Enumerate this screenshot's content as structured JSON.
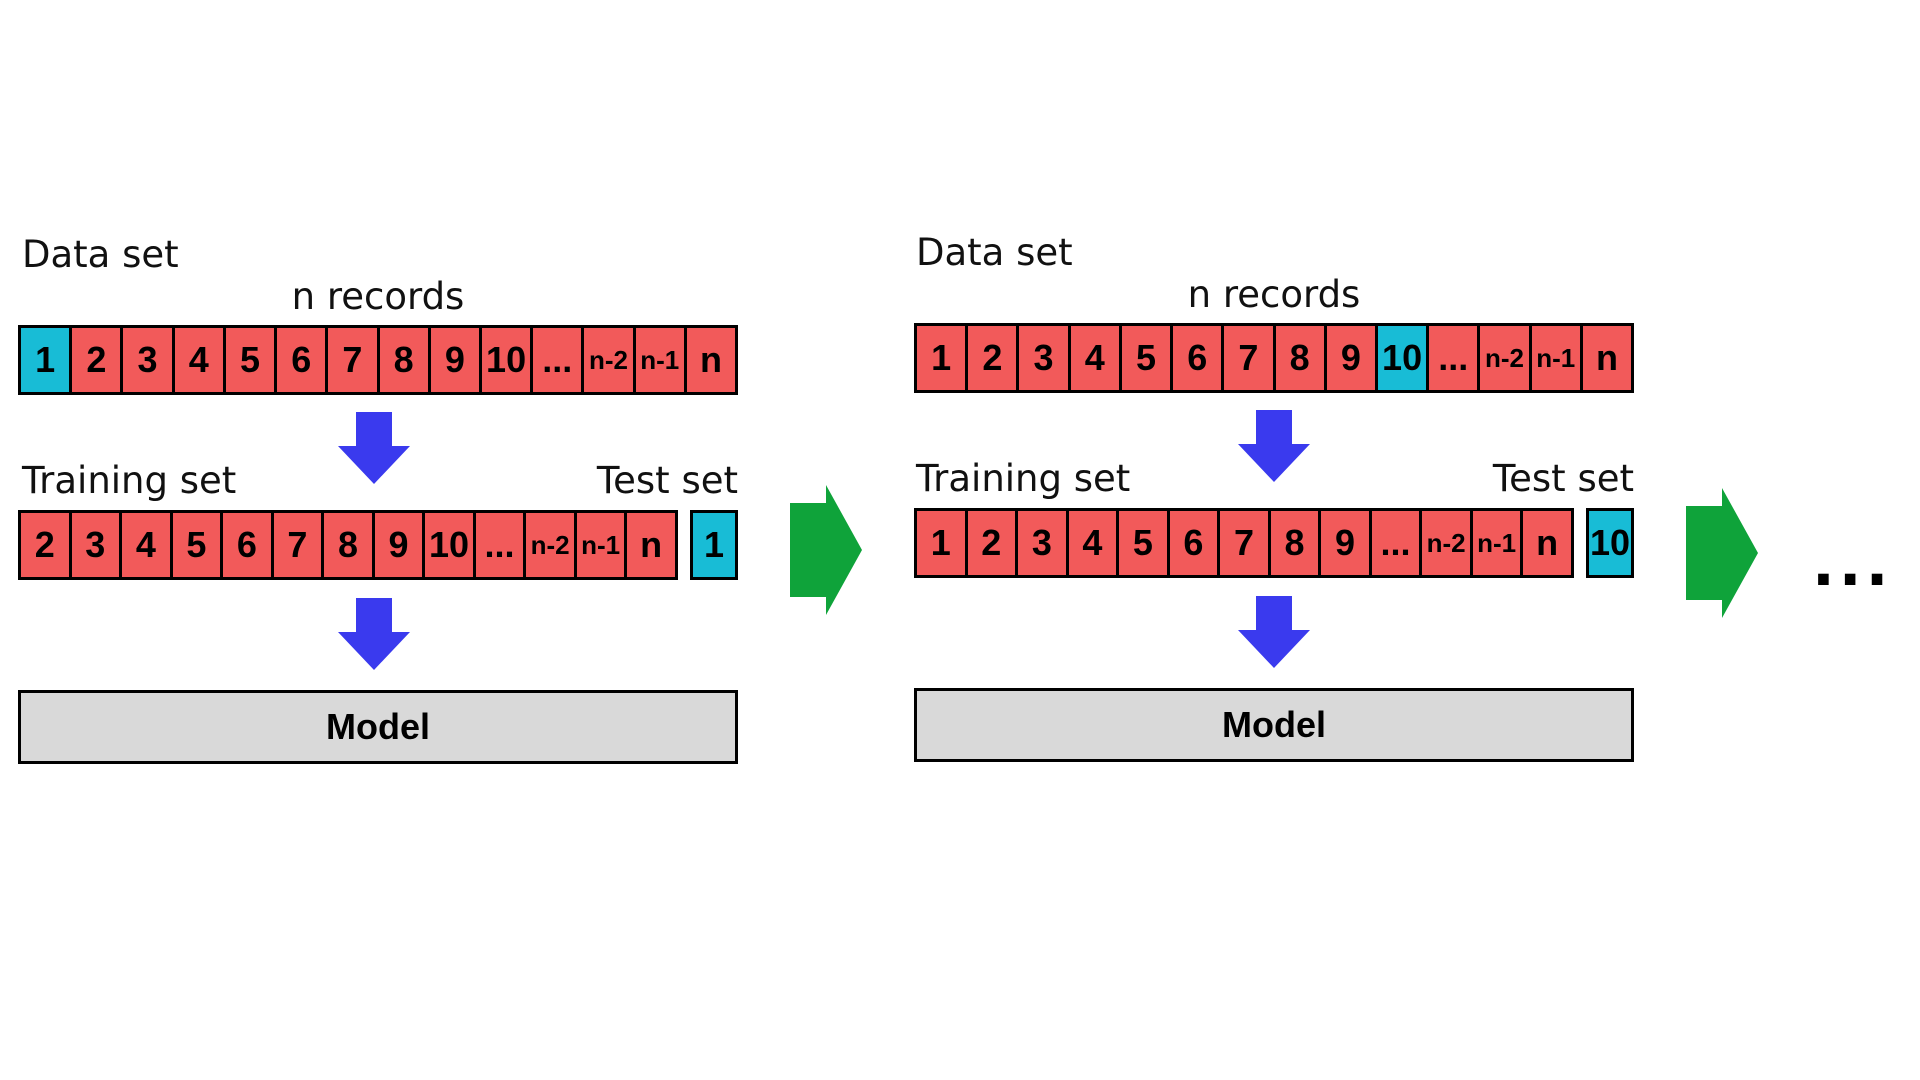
{
  "colors": {
    "record": "#f25a5a",
    "highlight": "#18bcd6",
    "model": "#d9d9d9",
    "down_arrow": "#3a3aee",
    "step_arrow": "#0fa33a"
  },
  "panels": [
    {
      "data_label": "Data set",
      "records_label": "n records",
      "data_cells": [
        "1",
        "2",
        "3",
        "4",
        "5",
        "6",
        "7",
        "8",
        "9",
        "10",
        "...",
        "n-2",
        "n-1",
        "n"
      ],
      "data_highlight_index": 0,
      "training_label": "Training set",
      "test_label": "Test set",
      "training_cells": [
        "2",
        "3",
        "4",
        "5",
        "6",
        "7",
        "8",
        "9",
        "10",
        "...",
        "n-2",
        "n-1",
        "n"
      ],
      "test_value": "1",
      "model_label": "Model"
    },
    {
      "data_label": "Data set",
      "records_label": "n records",
      "data_cells": [
        "1",
        "2",
        "3",
        "4",
        "5",
        "6",
        "7",
        "8",
        "9",
        "10",
        "...",
        "n-2",
        "n-1",
        "n"
      ],
      "data_highlight_index": 9,
      "training_label": "Training set",
      "test_label": "Test set",
      "training_cells": [
        "1",
        "2",
        "3",
        "4",
        "5",
        "6",
        "7",
        "8",
        "9",
        "...",
        "n-2",
        "n-1",
        "n"
      ],
      "test_value": "10",
      "model_label": "Model"
    }
  ],
  "step_arrow_icon": "right-arrow-icon",
  "down_arrow_icon": "down-arrow-icon",
  "continuation": "..."
}
